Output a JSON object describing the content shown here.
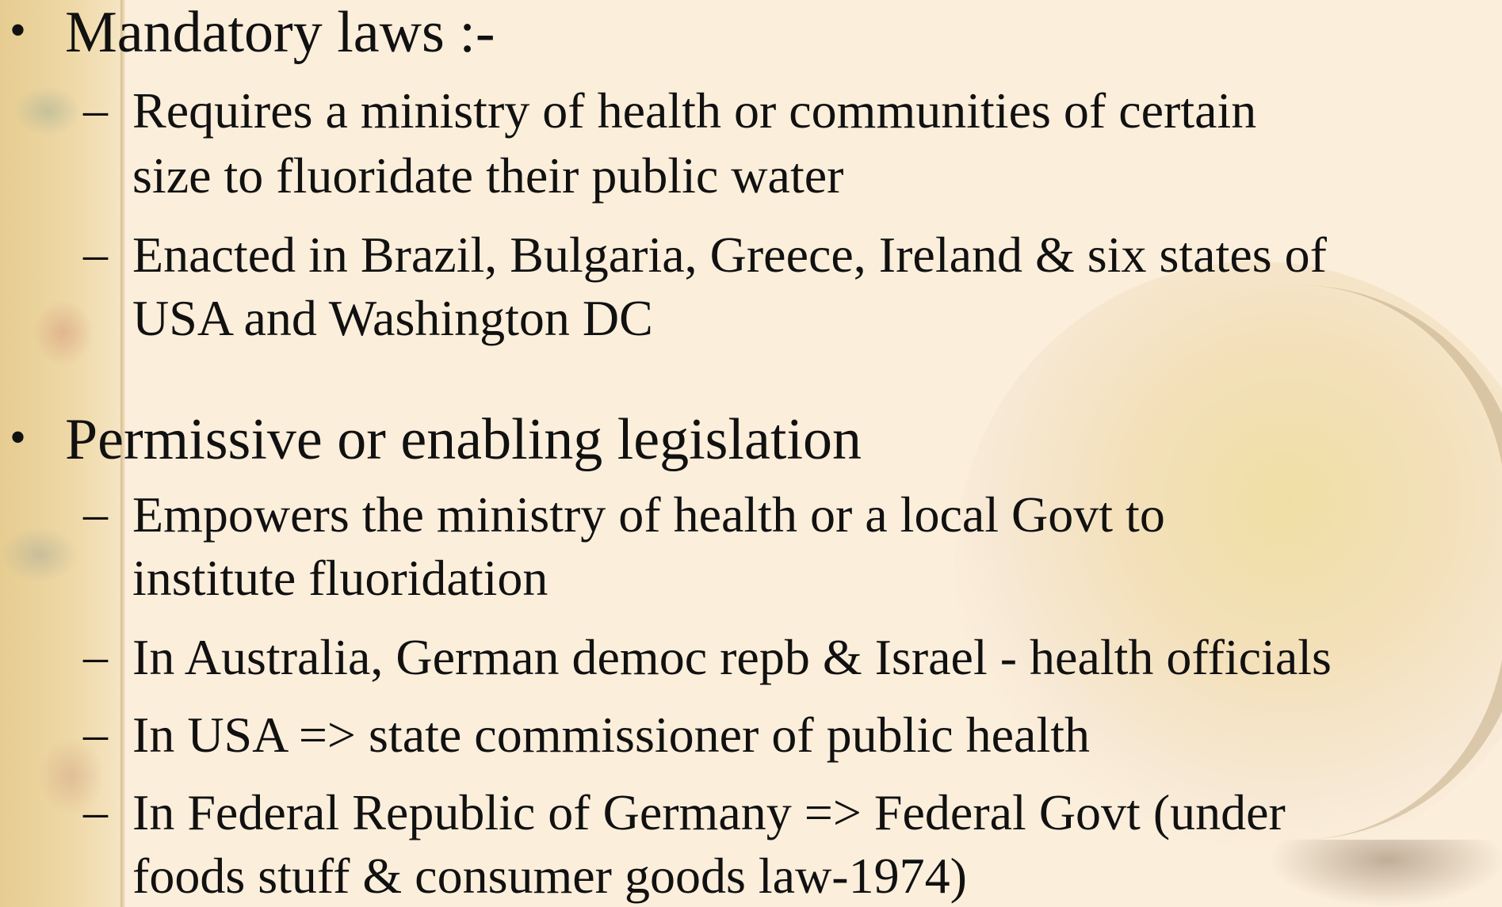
{
  "bullets": [
    {
      "marker": "•",
      "text": "Mandatory laws :-",
      "subs": [
        {
          "marker": "–",
          "lines": [
            "Requires a ministry of health or communities of certain",
            "size to fluoridate their public water"
          ]
        },
        {
          "marker": "–",
          "lines": [
            "Enacted in Brazil, Bulgaria, Greece, Ireland & six states of",
            "USA and Washington DC"
          ]
        }
      ]
    },
    {
      "marker": "•",
      "text": "Permissive or enabling legislation",
      "subs": [
        {
          "marker": "–",
          "lines": [
            "Empowers the ministry of health or a local Govt to",
            "institute fluoridation"
          ]
        },
        {
          "marker": "–",
          "lines": [
            "In Australia, German democ repb & Israel - health officials"
          ]
        },
        {
          "marker": "–",
          "lines": [
            "In USA => state commissioner of public health"
          ]
        },
        {
          "marker": "–",
          "lines": [
            "In Federal Republic of Germany => Federal Govt (under",
            "foods stuff & consumer goods law-1974)"
          ]
        }
      ]
    }
  ]
}
